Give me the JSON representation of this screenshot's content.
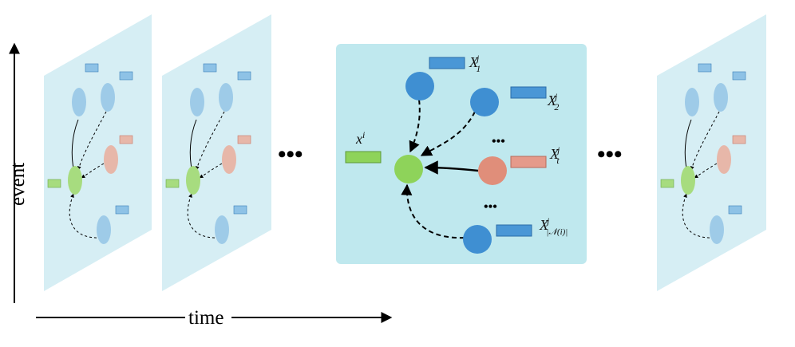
{
  "axes": {
    "y_label": "event",
    "x_label": "time"
  },
  "ellipsis": "•••",
  "center_panel": {
    "target": {
      "base": "x",
      "sup": "i"
    },
    "neighbors": [
      {
        "base": "X",
        "sup": "j",
        "sub": "1"
      },
      {
        "base": "X",
        "sup": "j",
        "sub": "2"
      },
      {
        "base": "X",
        "sup": "j",
        "sub": "t"
      },
      {
        "base": "X",
        "sup": "j",
        "sub": "|𝒩(i)|"
      }
    ],
    "dots": "•••"
  },
  "colors": {
    "panel_faded": "#d6eef4",
    "panel_center": "#bfe8ee",
    "node_blue": "#3f8fd2",
    "node_target": "#8ed35a",
    "node_salmon": "#e08e7a",
    "rect_blue": "#4a97d6",
    "rect_green": "#8ed35a",
    "rect_salmon": "#e59a8a"
  }
}
